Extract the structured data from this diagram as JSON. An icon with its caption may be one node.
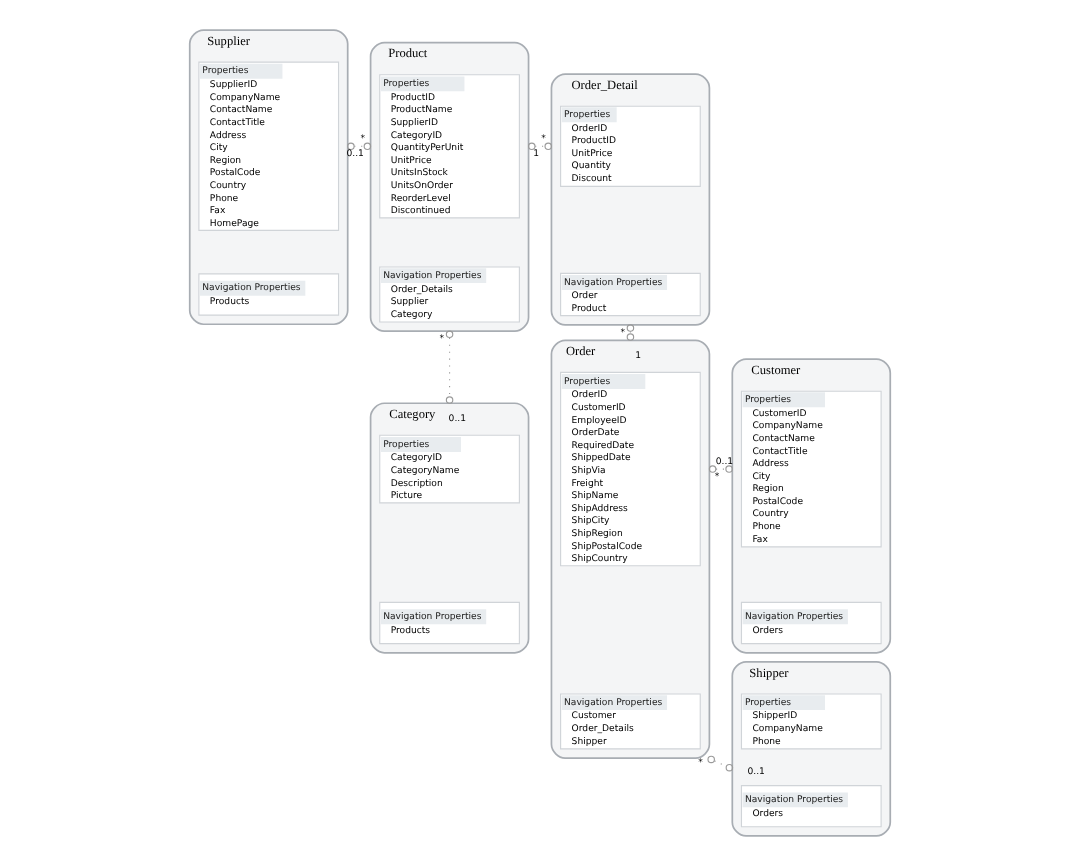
{
  "diagram": {
    "nodes": [
      {
        "text": [
          "Supplier"
        ]
      },
      {
        "text": [
          "Properties",
          "SupplierID",
          "CompanyName",
          "ContactName",
          "ContactTitle",
          "Address",
          "City",
          "Region",
          "PostalCode",
          "Country",
          "Phone",
          "Fax",
          "HomePage"
        ],
        "in": 0
      },
      {
        "text": [
          "Navigation Properties",
          "Products"
        ],
        "in": 0
      },
      {
        "text": [
          "Product"
        ]
      },
      {
        "text": [
          "Properties",
          "ProductID",
          "ProductName",
          "SupplierID",
          "CategoryID",
          "QuantityPerUnit",
          "UnitPrice",
          "UnitsInStock",
          "UnitsOnOrder",
          "ReorderLevel",
          "Discontinued"
        ],
        "in": 3
      },
      {
        "text": [
          "Navigation Properties",
          "Order_Details",
          "Supplier",
          "Category"
        ],
        "in": 3
      },
      {
        "text": [
          "Order_Detail"
        ]
      },
      {
        "text": [
          "Properties",
          "OrderID",
          "ProductID",
          "UnitPrice",
          "Quantity",
          "Discount"
        ],
        "in": 6
      },
      {
        "text": [
          "Navigation Properties",
          "Order",
          "Product"
        ],
        "in": 6
      },
      {
        "text": [
          "Customer"
        ]
      },
      {
        "text": [
          "Properties",
          "CustomerID",
          "CompanyName",
          "ContactName",
          "ContactTitle",
          "Address",
          "City",
          "Region",
          "PostalCode",
          "Country",
          "Phone",
          "Fax"
        ],
        "in": 9
      },
      {
        "text": [
          "Navigation Properties",
          "Orders"
        ],
        "in": 9
      },
      {
        "text": [
          "Category"
        ]
      },
      {
        "text": [
          "Properties",
          "CategoryID",
          "CategoryName",
          "Description",
          "Picture"
        ],
        "in": 12
      },
      {
        "text": [
          "Navigation Properties",
          "Products"
        ],
        "in": 12
      },
      {
        "text": [
          "Order"
        ]
      },
      {
        "text": [
          "Properties",
          "OrderID",
          "CustomerID",
          "EmployeeID",
          "OrderDate",
          "RequiredDate",
          "ShippedDate",
          "ShipVia",
          "Freight",
          "ShipName",
          "ShipAddress",
          "ShipCity",
          "ShipRegion",
          "ShipPostalCode",
          "ShipCountry"
        ],
        "in": 15
      },
      {
        "text": [
          "Navigation Properties",
          "Customer",
          "Order_Details",
          "Shipper"
        ],
        "in": 15
      },
      {
        "text": [
          "Shipper"
        ]
      },
      {
        "text": [
          "Properties",
          "ShipperID",
          "CompanyName",
          "Phone"
        ],
        "in": 18
      },
      {
        "text": [
          "Navigation Properties",
          "Orders"
        ],
        "in": 18
      }
    ],
    "edges": [
      {
        "from": 0,
        "to": 3,
        "arrow": "other"
      },
      {
        "from": 3,
        "to": 6,
        "arrow": "other"
      },
      {
        "from": 3,
        "to": 12,
        "arrow": "other"
      },
      {
        "from": 6,
        "to": 15,
        "arrow": "other"
      },
      {
        "from": 15,
        "to": 9,
        "arrow": "other"
      },
      {
        "from": 15,
        "to": 18,
        "arrow": "other"
      }
    ],
    "labels": [
      "0..1",
      "*",
      "1",
      "*",
      "*",
      "0..1",
      "*",
      "1",
      "*",
      "0..1",
      "*",
      "0..1"
    ]
  }
}
